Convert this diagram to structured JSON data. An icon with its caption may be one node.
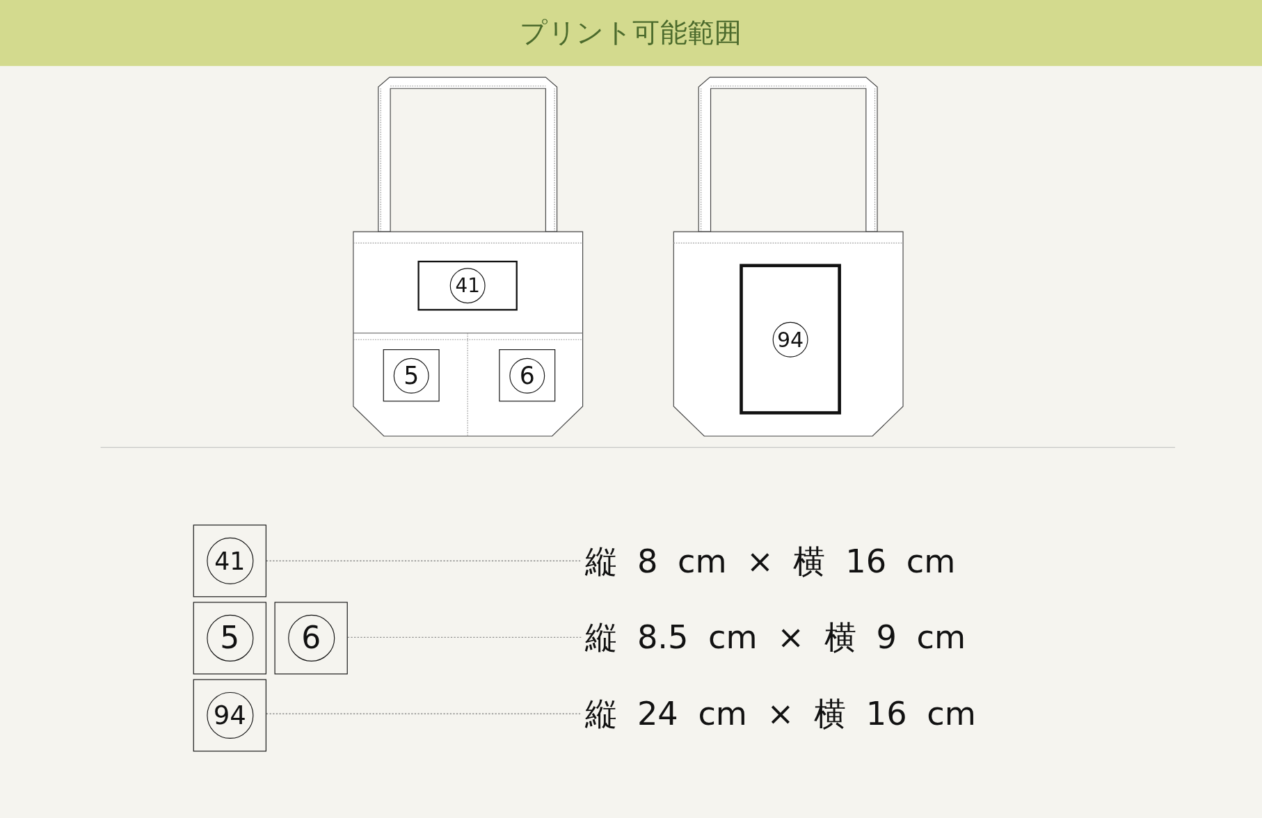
{
  "diagram": {
    "title": "プリント可能範囲",
    "nodes": [
      {
        "text": [
          "41"
        ]
      },
      {
        "text": [
          "5"
        ]
      },
      {
        "text": [
          "6"
        ]
      },
      {
        "text": [
          "94"
        ]
      },
      {
        "text": [
          "41"
        ]
      },
      {
        "text": [
          "5"
        ]
      },
      {
        "text": [
          "6"
        ]
      },
      {
        "text": [
          "94"
        ]
      },
      {
        "text": [
          "縦 8 cm × 横 16 cm"
        ]
      },
      {
        "text": [
          "縦 8.5 cm × 横 9 cm"
        ]
      },
      {
        "text": [
          "縦 24 cm × 横 16 cm"
        ]
      }
    ],
    "edges": [
      {
        "from": 4,
        "to": 8,
        "arrow": "none",
        "style": "dashed"
      },
      {
        "from": 6,
        "to": 9,
        "arrow": "none",
        "style": "dashed"
      },
      {
        "from": 7,
        "to": 10,
        "arrow": "none",
        "style": "dashed"
      }
    ]
  }
}
